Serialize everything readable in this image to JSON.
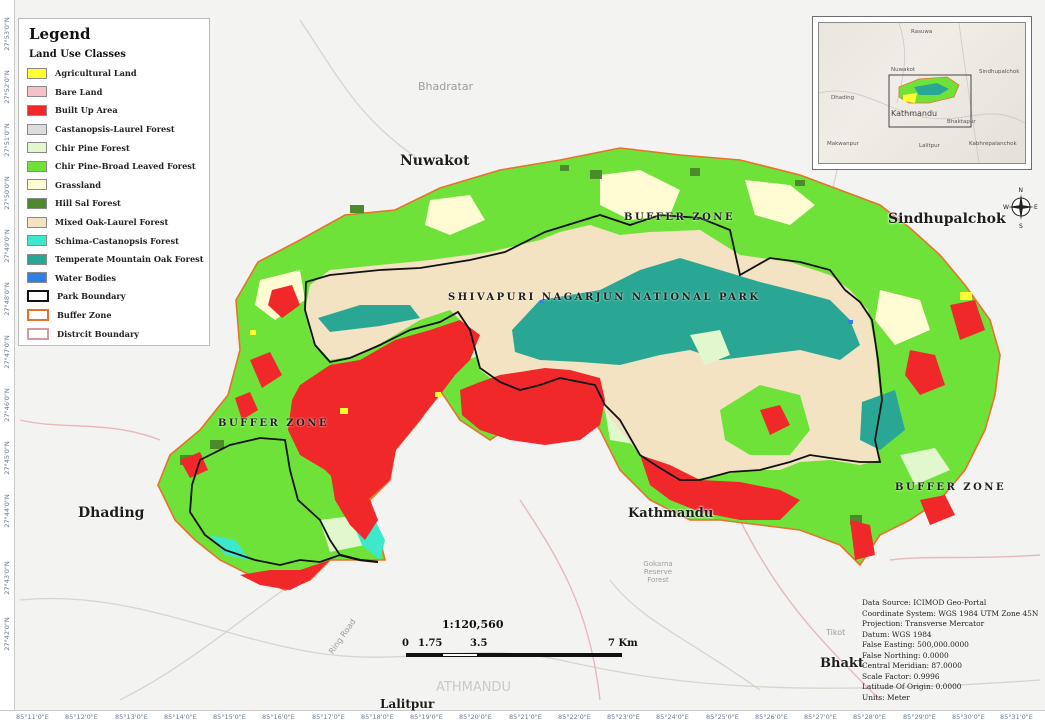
{
  "legend": {
    "title": "Legend",
    "subtitle": "Land Use Classes",
    "items": [
      {
        "label": "Agricultural Land",
        "color": "#ffff33"
      },
      {
        "label": "Bare Land",
        "color": "#f5c0c8"
      },
      {
        "label": "Built Up Area",
        "color": "#f0282a"
      },
      {
        "label": "Castanopsis-Laurel Forest",
        "color": "#dcdcdc"
      },
      {
        "label": "Chir Pine Forest",
        "color": "#e1f7cc"
      },
      {
        "label": "Chir Pine-Broad Leaved Forest",
        "color": "#6fe23a"
      },
      {
        "label": "Grassland",
        "color": "#fffbd2"
      },
      {
        "label": "Hill Sal Forest",
        "color": "#4b8a2d"
      },
      {
        "label": "Mixed Oak-Laurel Forest",
        "color": "#f3e3c2"
      },
      {
        "label": "Schima-Castanopsis Forest",
        "color": "#3de8cc"
      },
      {
        "label": "Temperate Mountain Oak Forest",
        "color": "#2aa794"
      },
      {
        "label": "Water Bodies",
        "color": "#2f7fe6"
      },
      {
        "label": "Park Boundary",
        "color": "#111111",
        "type": "outline"
      },
      {
        "label": "Buffer Zone",
        "color": "#e8722a",
        "type": "outline"
      },
      {
        "label": "Distrcit Boundary",
        "color": "#d49a9a",
        "type": "outline"
      }
    ]
  },
  "labels": {
    "nuwakot": "Nuwakot",
    "sindhupalchok": "Sindhupalchok",
    "dhading": "Dhading",
    "kathmandu": "Kathmandu",
    "lalitpur": "Lalitpur",
    "bhakt": "Bhakt",
    "bhadratar": "Bhadratar",
    "park": "SHIVAPURI NAGARJUN NATIONAL PARK",
    "buffer_top": "BUFFER ZONE",
    "buffer_left": "BUFFER ZONE",
    "buffer_right": "BUFFER ZONE",
    "ring_road": "Ring Road",
    "gokarna": "Gokarna Reserve Forest",
    "tikot": "Tikot",
    "kathmandu_faint": "ATHMANDU"
  },
  "inset": {
    "labels": [
      "Rasuwa",
      "Nuwakot",
      "Sindhupalchok",
      "Dhading",
      "Kathmandu",
      "Bhaktapur",
      "Makwanpur",
      "Lalitpur",
      "Kabhrepalanchok"
    ]
  },
  "compass": {
    "n": "N",
    "s": "S",
    "e": "E",
    "w": "W"
  },
  "scale": {
    "ratio": "1:120,560",
    "ticks": [
      "0",
      "1.75",
      "3.5",
      "7 Km"
    ]
  },
  "info": [
    "Data Source: ICIMOD Geo-Portal",
    "Coordinate System: WGS 1984 UTM Zone 45N",
    "Projection: Transverse Mercator",
    "Datum: WGS 1984",
    "False Easting: 500,000.0000",
    "False Northing: 0.0000",
    "Central Meridian: 87.0000",
    "Scale Factor: 0.9996",
    "Latitude Of Origin: 0.0000",
    "Units: Meter"
  ],
  "lon_ticks": [
    "85°11'0\"E",
    "85°12'0\"E",
    "85°13'0\"E",
    "85°14'0\"E",
    "85°15'0\"E",
    "85°16'0\"E",
    "85°17'0\"E",
    "85°18'0\"E",
    "85°19'0\"E",
    "85°20'0\"E",
    "85°21'0\"E",
    "85°22'0\"E",
    "85°23'0\"E",
    "85°24'0\"E",
    "85°25'0\"E",
    "85°26'0\"E",
    "85°27'0\"E",
    "85°28'0\"E",
    "85°29'0\"E",
    "85°30'0\"E",
    "85°31'0\"E"
  ],
  "lat_ticks": [
    "27°53'0\"N",
    "27°52'0\"N",
    "27°51'0\"N",
    "27°50'0\"N",
    "27°49'0\"N",
    "27°48'0\"N",
    "27°47'0\"N",
    "27°46'0\"N",
    "27°45'0\"N",
    "27°44'0\"N",
    "27°43'0\"N",
    "27°42'0\"N"
  ]
}
